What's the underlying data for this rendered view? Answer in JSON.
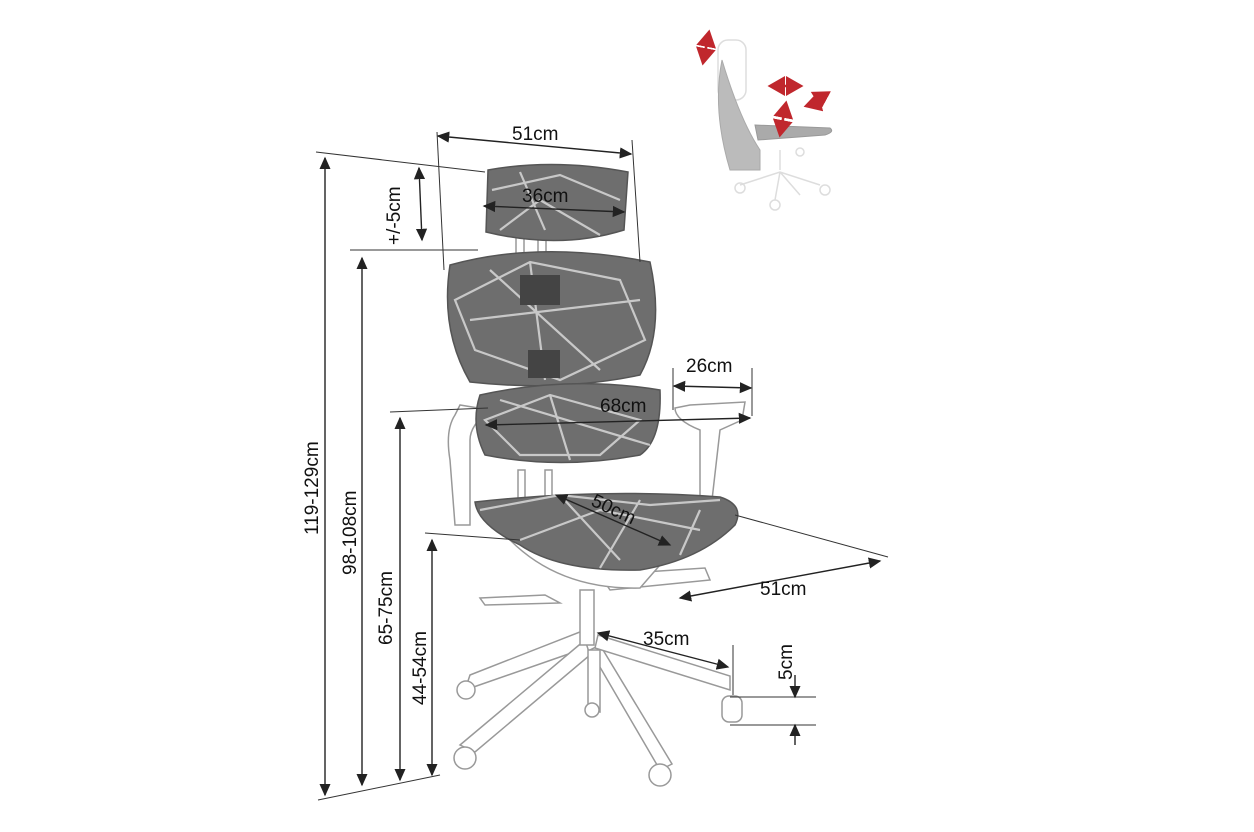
{
  "dimensions": {
    "headrest_frame_width": "51cm",
    "headrest_width": "36cm",
    "headrest_adjust": "+/-5cm",
    "total_height": "119-129cm",
    "backrest_top_height": "98-108cm",
    "armrest_height": "65-75cm",
    "seat_height": "44-54cm",
    "armrest_adjust": "26cm",
    "width_between_armrests": "68cm",
    "seat_depth": "50cm",
    "seat_width": "51cm",
    "base_radius": "35cm",
    "wheel_height": "5cm"
  },
  "colors": {
    "mesh": "#6e6e6e",
    "adjust_arrows": "#c0272d"
  }
}
